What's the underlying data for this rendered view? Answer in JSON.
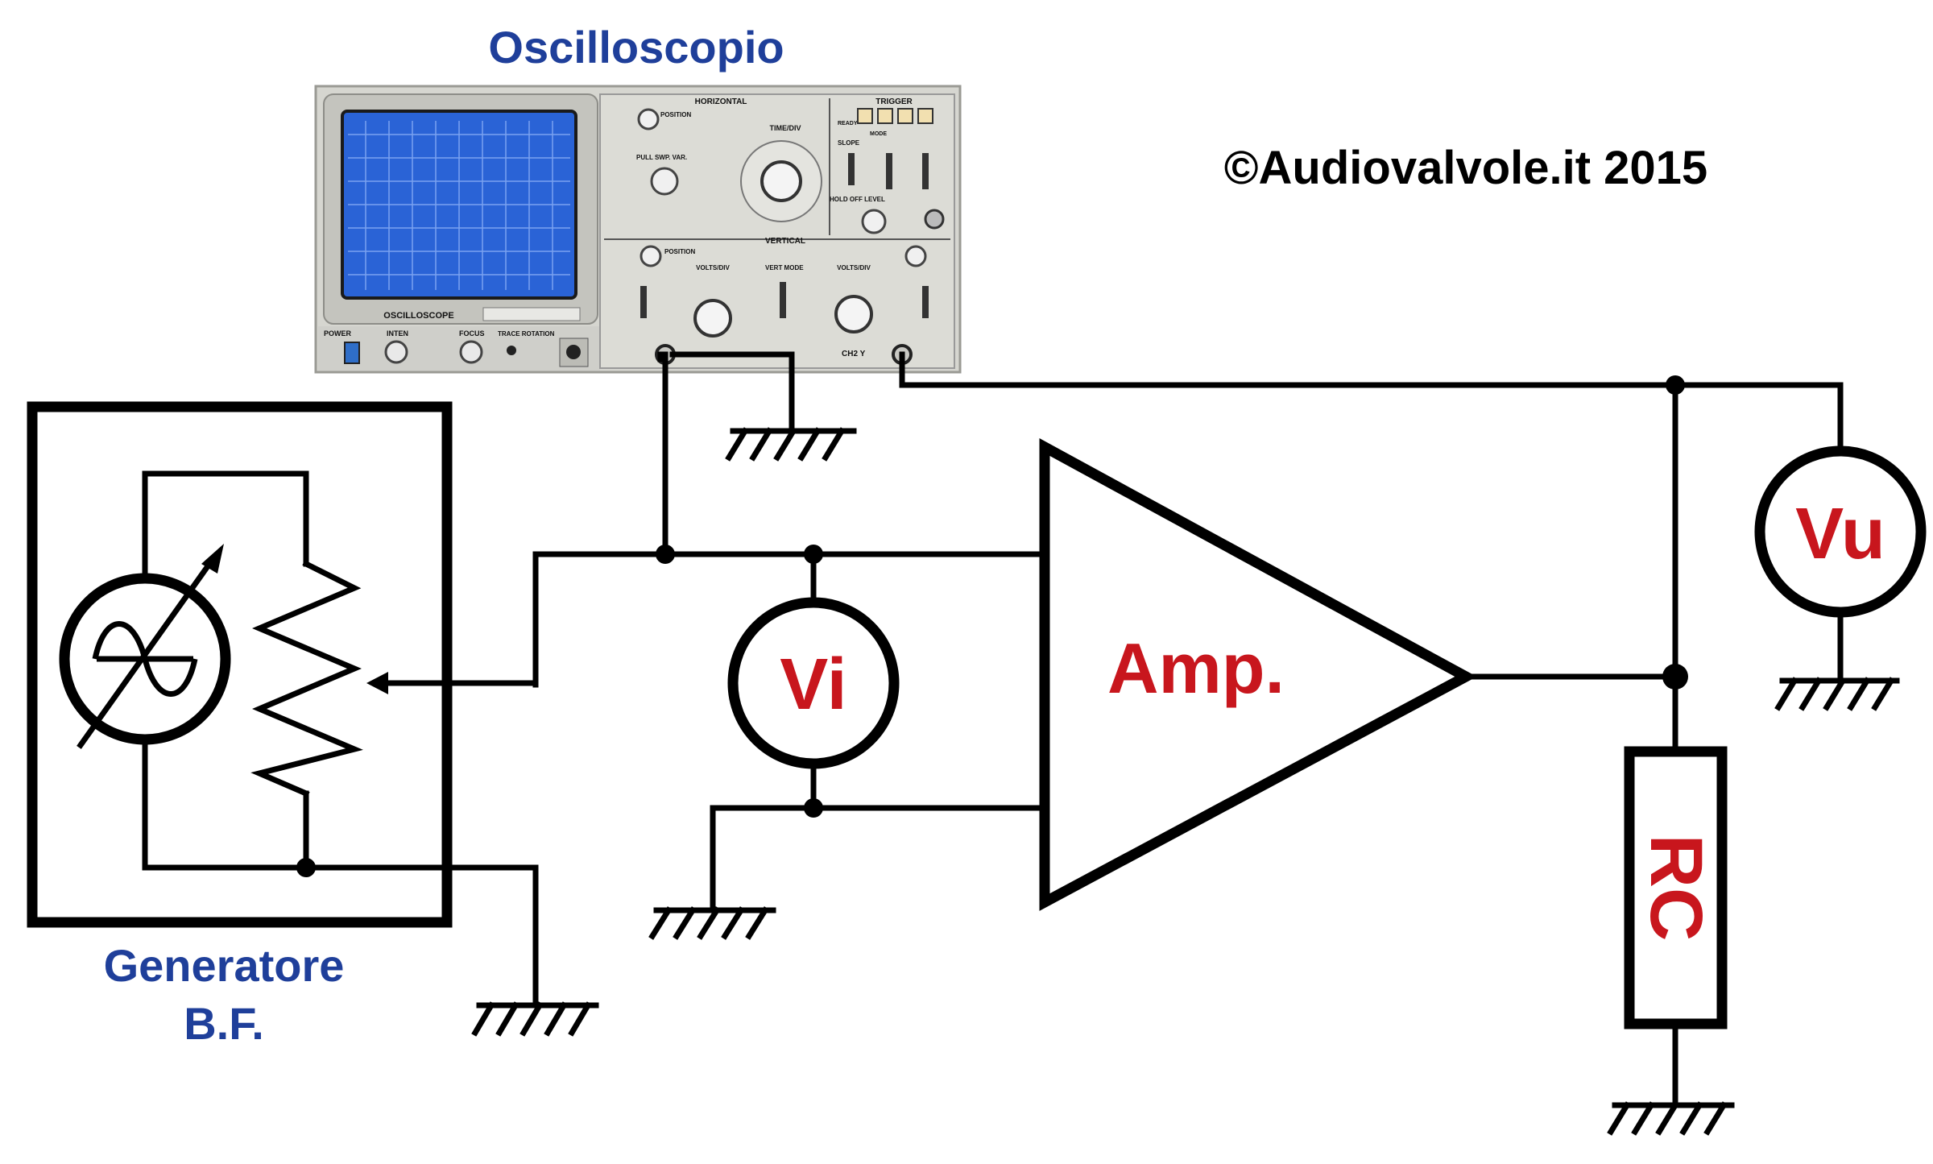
{
  "labels": {
    "oscilloscope_title": "Oscilloscopio",
    "copyright": "©Audiovalvole.it 2015",
    "generator_line1": "Generatore",
    "generator_line2": "B.F.",
    "amplifier": "Amp.",
    "input_voltmeter": "Vi",
    "output_voltmeter": "Vu",
    "load_resistor": "RC"
  },
  "scope_panel": {
    "screen_label": "OSCILLOSCOPE",
    "horizontal": "HORIZONTAL",
    "vertical": "VERTICAL",
    "trigger": "TRIGGER",
    "time_div": "TIME/DIV",
    "volts_div": "VOLTS/DIV",
    "position": "POSITION",
    "pull_swp": "PULL SWP. VAR.",
    "vert_mode": "VERT MODE",
    "power": "POWER",
    "inten": "INTEN",
    "focus": "FOCUS",
    "trace_rotation": "TRACE ROTATION",
    "ch2": "CH2 Y",
    "level": "HOLD OFF  LEVEL",
    "slope": "SLOPE",
    "ready": "READY",
    "mode": "MODE"
  },
  "colors": {
    "title_blue": "#1f3f9a",
    "label_red": "#c8161d",
    "screen_blue": "#2a63d6",
    "panel_gray": "#d6d6d0"
  }
}
